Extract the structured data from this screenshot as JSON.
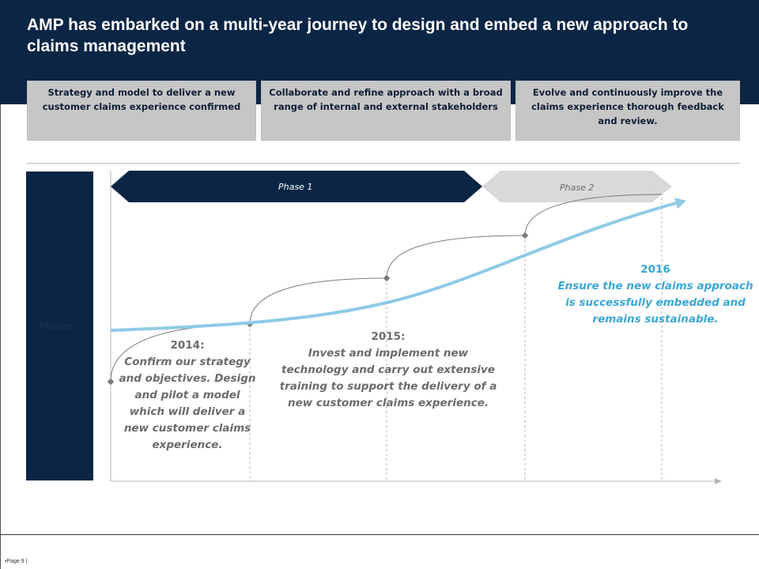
{
  "header": {
    "title": "AMP has embarked on a multi-year journey to design and embed a new approach to claims management"
  },
  "boxes": [
    {
      "text": "Strategy and model to deliver a new customer claims experience confirmed"
    },
    {
      "text": "Collaborate and refine approach with a broad range of internal and external stakeholders"
    },
    {
      "text": "Evolve and continuously improve the claims experience thorough feedback and review."
    }
  ],
  "sidebar": {
    "label": "Phases"
  },
  "phases": [
    {
      "label": "Phase 1",
      "color": "#0b2545",
      "text_color": "#ffffff"
    },
    {
      "label": "Phase 2",
      "color": "#d9d9d9",
      "text_color": "#6b6b6b"
    }
  ],
  "milestones": [
    {
      "year": "2014:",
      "text": "Confirm our strategy and objectives. Design and pilot a model which will deliver a new customer claims experience."
    },
    {
      "year": "2015:",
      "text": "Invest and implement new technology and carry out extensive training to support the delivery of a new customer claims experience."
    },
    {
      "year": "2016",
      "text": "Ensure the new claims approach is successfully embedded and remains sustainable."
    }
  ],
  "colors": {
    "navy": "#0b2545",
    "trend_line": "#8ecae6",
    "arc": "#7a7a7a",
    "highlight_text": "#3aa6d6"
  },
  "footer": {
    "page": "•Page 9  |"
  }
}
